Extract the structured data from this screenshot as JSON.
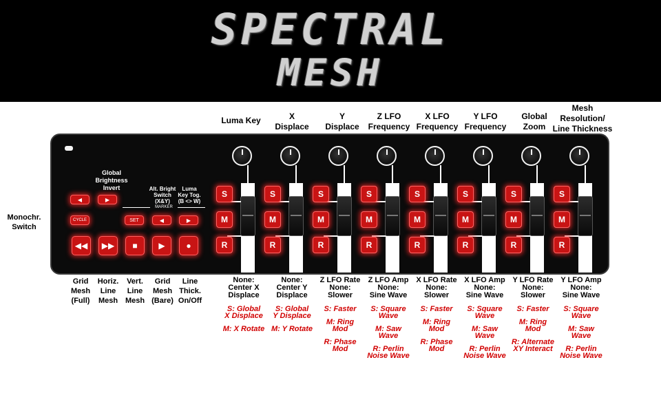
{
  "title": {
    "line1": "SPECTRAL",
    "line2": "MESH"
  },
  "knob_labels": [
    "Luma Key",
    "X\nDisplace",
    "Y\nDisplace",
    "Z LFO\nFrequency",
    "X LFO\nFrequency",
    "Y LFO\nFrequency",
    "Global\nZoom",
    "Mesh\nResolution/\nLine Thickness"
  ],
  "channel_buttons": {
    "s": "S",
    "m": "M",
    "r": "R"
  },
  "panel": {
    "global_brightness_invert": "Global\nBrightness\nInvert",
    "alt_bright_switch": "Alt. Bright\nSwitch\n(X&Y)",
    "luma_key_tog": "Luma\nKey Tog.\n(B <> W)",
    "marker": "MARKER",
    "cycle": "CYCLE",
    "set": "SET",
    "arrow_left": "◀",
    "arrow_right": "▶",
    "rewind": "◀◀",
    "fast_forward": "▶▶",
    "stop": "■",
    "play": "▶",
    "record": "●"
  },
  "left_label": "Monochr.\nSwitch",
  "transport_labels": [
    "Grid\nMesh\n(Full)",
    "Horiz.\nLine\nMesh",
    "Vert.\nLine\nMesh",
    "Grid\nMesh\n(Bare)",
    "Line\nThick.\nOn/Off"
  ],
  "channel_functions": [
    {
      "none": "None:\nCenter X\nDisplace",
      "s": "S: Global\nX Displace",
      "m": "M: X Rotate",
      "r": ""
    },
    {
      "none": "None:\nCenter Y\nDisplace",
      "s": "S: Global\nY Displace",
      "m": "M: Y Rotate",
      "r": ""
    },
    {
      "none": "Z LFO Rate\nNone:\nSlower",
      "s": "S: Faster",
      "m": "M: Ring\nMod",
      "r": "R: Phase\nMod"
    },
    {
      "none": "Z LFO Amp\nNone:\nSine Wave",
      "s": "S: Square\nWave",
      "m": "M: Saw\nWave",
      "r": "R: Perlin\nNoise Wave"
    },
    {
      "none": "X LFO Rate\nNone:\nSlower",
      "s": "S: Faster",
      "m": "M: Ring\nMod",
      "r": "R: Phase\nMod"
    },
    {
      "none": "X LFO Amp\nNone:\nSine Wave",
      "s": "S: Square\nWave",
      "m": "M: Saw\nWave",
      "r": "R: Perlin\nNoise Wave"
    },
    {
      "none": "Y LFO Rate\nNone:\nSlower",
      "s": "S: Faster",
      "m": "M: Ring\nMod",
      "r": "R: Alternate\nXY Interact"
    },
    {
      "none": "Y LFO Amp\nNone:\nSine Wave",
      "s": "S: Square\nWave",
      "m": "M: Saw\nWave",
      "r": "R: Perlin\nNoise Wave"
    }
  ],
  "colors": {
    "button_red": "#c81414",
    "label_red": "#d10000",
    "header_bg": "#000000"
  }
}
